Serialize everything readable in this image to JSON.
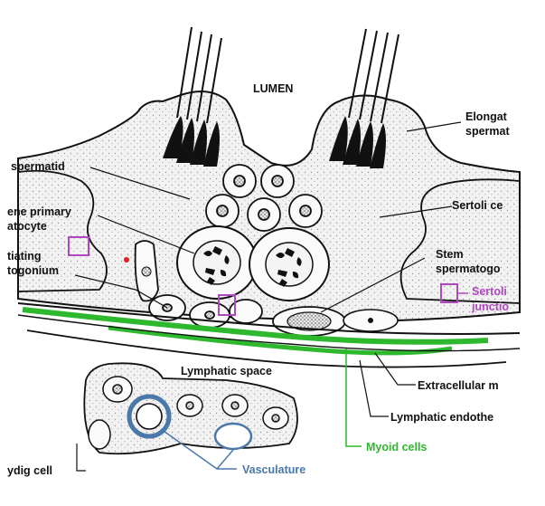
{
  "labels": {
    "lumen": "LUMEN",
    "elongate_1": "Elongat",
    "elongate_2": "spermat",
    "spermatid": "spermatid",
    "sertoli_cell": "Sertoli ce",
    "primary_1": "ene primary",
    "primary_2": "atocyte",
    "stem_1": "Stem",
    "stem_2": "spermatogo",
    "diff_1": "tiating",
    "diff_2": "togonium",
    "sertoli_junction_1": "Sertoli",
    "sertoli_junction_2": "junctio",
    "lymphatic_space": "Lymphatic space",
    "extracellular": "Extracellular m",
    "lymphatic_endo": "Lymphatic endothe",
    "myoid": "Myoid cells",
    "leydig": "ydig cell",
    "vasculature": "Vasculature"
  },
  "colors": {
    "myoid": "#2db82d",
    "vasculature": "#4a78a8",
    "junction": "#b146c2",
    "marker": "#e02020",
    "cytoplasm": "#eeeeee",
    "outline": "#111111"
  }
}
